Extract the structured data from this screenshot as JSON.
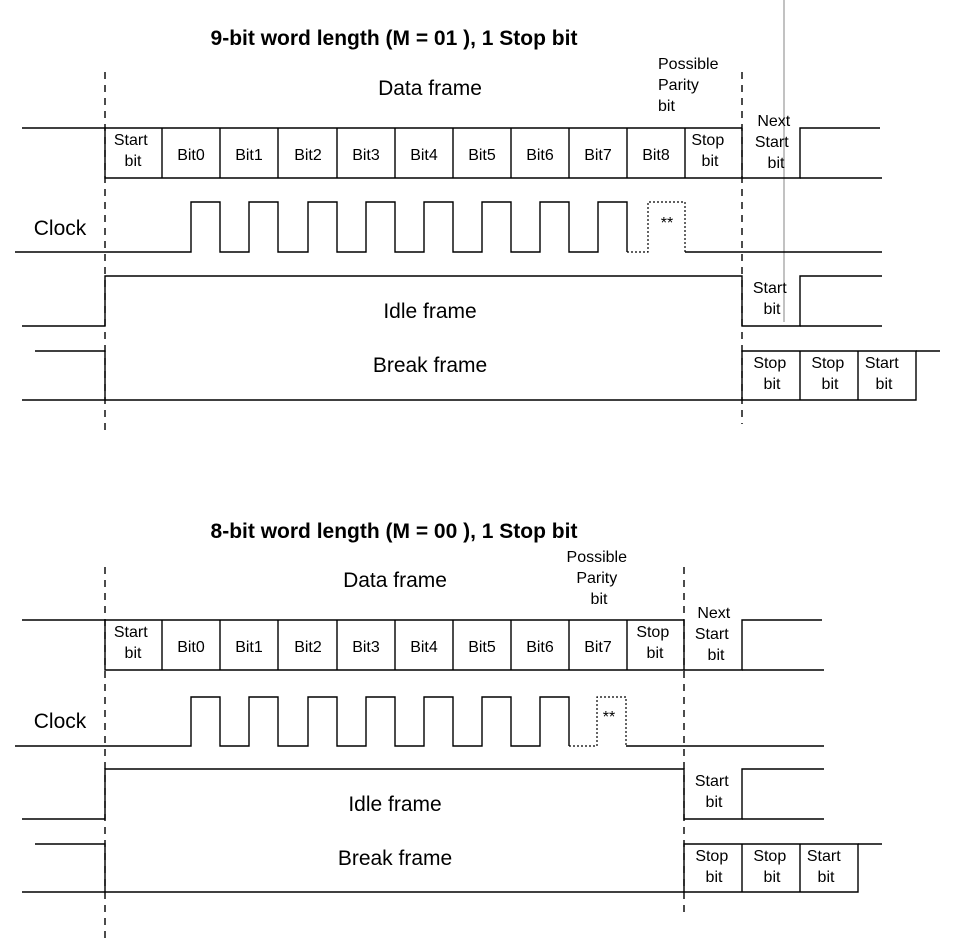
{
  "top": {
    "title": "9-bit word length (M = 01 ), 1 Stop bit",
    "data_frame": "Data frame",
    "possible_parity": [
      "Possible",
      "Parity",
      "bit"
    ],
    "start_bit": [
      "Start",
      "bit"
    ],
    "bits": [
      "Bit0",
      "Bit1",
      "Bit2",
      "Bit3",
      "Bit4",
      "Bit5",
      "Bit6",
      "Bit7",
      "Bit8"
    ],
    "stop_bit": [
      "Stop",
      "bit"
    ],
    "next_start_bit": [
      "Next",
      "Start",
      "bit"
    ],
    "clock": "Clock",
    "parity_clock_mark": "**",
    "idle_frame": "Idle frame",
    "idle_start_bit": [
      "Start",
      "bit"
    ],
    "break_frame": "Break frame",
    "break_tail": [
      [
        "Stop",
        "bit"
      ],
      [
        "Stop",
        "bit"
      ],
      [
        "Start",
        "bit"
      ]
    ]
  },
  "bottom": {
    "title": "8-bit word length (M = 00 ), 1 Stop bit",
    "data_frame": "Data frame",
    "possible_parity": [
      "Possible",
      "Parity",
      "bit"
    ],
    "start_bit": [
      "Start",
      "bit"
    ],
    "bits": [
      "Bit0",
      "Bit1",
      "Bit2",
      "Bit3",
      "Bit4",
      "Bit5",
      "Bit6",
      "Bit7"
    ],
    "stop_bit": [
      "Stop",
      "bit"
    ],
    "next_start_bit": [
      "Next",
      "Start",
      "bit"
    ],
    "clock": "Clock",
    "parity_clock_mark": "**",
    "idle_frame": "Idle frame",
    "idle_start_bit": [
      "Start",
      "bit"
    ],
    "break_frame": "Break frame",
    "break_tail": [
      [
        "Stop",
        "bit"
      ],
      [
        "Stop",
        "bit"
      ],
      [
        "Start",
        "bit"
      ]
    ]
  }
}
